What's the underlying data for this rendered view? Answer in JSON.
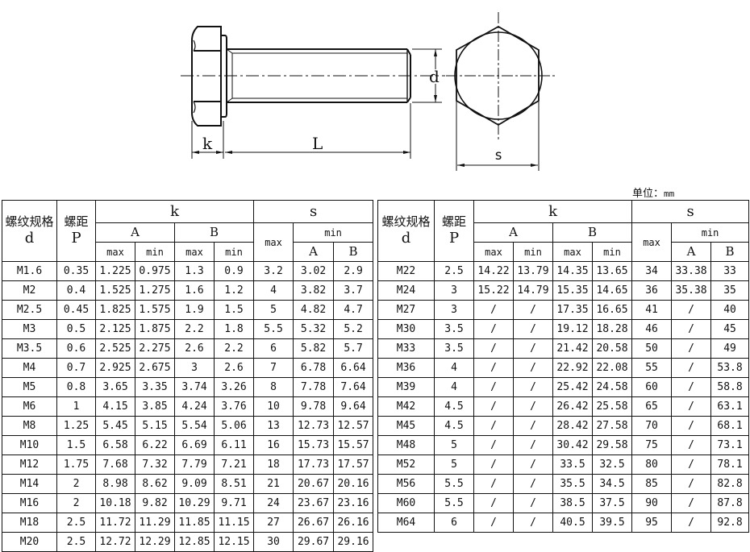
{
  "drawing": {
    "labels": {
      "k": "k",
      "L": "L",
      "d": "d",
      "s": "s"
    }
  },
  "unit_label": {
    "prefix": "单位：",
    "unit": "mm"
  },
  "table_headers": {
    "thread_spec_cn": "螺纹规格",
    "thread_spec_sym": "d",
    "pitch_cn": "螺距",
    "pitch_sym": "P",
    "k": "k",
    "s": "s",
    "grade_a": "A",
    "grade_b": "B",
    "max": "max",
    "min": "min"
  },
  "left_table": {
    "rows": [
      [
        "M1.6",
        "0.35",
        "1.225",
        "0.975",
        "1.3",
        "0.9",
        "3.2",
        "3.02",
        "2.9"
      ],
      [
        "M2",
        "0.4",
        "1.525",
        "1.275",
        "1.6",
        "1.2",
        "4",
        "3.82",
        "3.7"
      ],
      [
        "M2.5",
        "0.45",
        "1.825",
        "1.575",
        "1.9",
        "1.5",
        "5",
        "4.82",
        "4.7"
      ],
      [
        "M3",
        "0.5",
        "2.125",
        "1.875",
        "2.2",
        "1.8",
        "5.5",
        "5.32",
        "5.2"
      ],
      [
        "M3.5",
        "0.6",
        "2.525",
        "2.275",
        "2.6",
        "2.2",
        "6",
        "5.82",
        "5.7"
      ],
      [
        "M4",
        "0.7",
        "2.925",
        "2.675",
        "3",
        "2.6",
        "7",
        "6.78",
        "6.64"
      ],
      [
        "M5",
        "0.8",
        "3.65",
        "3.35",
        "3.74",
        "3.26",
        "8",
        "7.78",
        "7.64"
      ],
      [
        "M6",
        "1",
        "4.15",
        "3.85",
        "4.24",
        "3.76",
        "10",
        "9.78",
        "9.64"
      ],
      [
        "M8",
        "1.25",
        "5.45",
        "5.15",
        "5.54",
        "5.06",
        "13",
        "12.73",
        "12.57"
      ],
      [
        "M10",
        "1.5",
        "6.58",
        "6.22",
        "6.69",
        "6.11",
        "16",
        "15.73",
        "15.57"
      ],
      [
        "M12",
        "1.75",
        "7.68",
        "7.32",
        "7.79",
        "7.21",
        "18",
        "17.73",
        "17.57"
      ],
      [
        "M14",
        "2",
        "8.98",
        "8.62",
        "9.09",
        "8.51",
        "21",
        "20.67",
        "20.16"
      ],
      [
        "M16",
        "2",
        "10.18",
        "9.82",
        "10.29",
        "9.71",
        "24",
        "23.67",
        "23.16"
      ],
      [
        "M18",
        "2.5",
        "11.72",
        "11.29",
        "11.85",
        "11.15",
        "27",
        "26.67",
        "26.16"
      ],
      [
        "M20",
        "2.5",
        "12.72",
        "12.29",
        "12.85",
        "12.15",
        "30",
        "29.67",
        "29.16"
      ]
    ]
  },
  "right_table": {
    "rows": [
      [
        "M22",
        "2.5",
        "14.22",
        "13.79",
        "14.35",
        "13.65",
        "34",
        "33.38",
        "33"
      ],
      [
        "M24",
        "3",
        "15.22",
        "14.79",
        "15.35",
        "14.65",
        "36",
        "35.38",
        "35"
      ],
      [
        "M27",
        "3",
        "/",
        "/",
        "17.35",
        "16.65",
        "41",
        "/",
        "40"
      ],
      [
        "M30",
        "3.5",
        "/",
        "/",
        "19.12",
        "18.28",
        "46",
        "/",
        "45"
      ],
      [
        "M33",
        "3.5",
        "/",
        "/",
        "21.42",
        "20.58",
        "50",
        "/",
        "49"
      ],
      [
        "M36",
        "4",
        "/",
        "/",
        "22.92",
        "22.08",
        "55",
        "/",
        "53.8"
      ],
      [
        "M39",
        "4",
        "/",
        "/",
        "25.42",
        "24.58",
        "60",
        "/",
        "58.8"
      ],
      [
        "M42",
        "4.5",
        "/",
        "/",
        "26.42",
        "25.58",
        "65",
        "/",
        "63.1"
      ],
      [
        "M45",
        "4.5",
        "/",
        "/",
        "28.42",
        "27.58",
        "70",
        "/",
        "68.1"
      ],
      [
        "M48",
        "5",
        "/",
        "/",
        "30.42",
        "29.58",
        "75",
        "/",
        "73.1"
      ],
      [
        "M52",
        "5",
        "/",
        "/",
        "33.5",
        "32.5",
        "80",
        "/",
        "78.1"
      ],
      [
        "M56",
        "5.5",
        "/",
        "/",
        "35.5",
        "34.5",
        "85",
        "/",
        "82.8"
      ],
      [
        "M60",
        "5.5",
        "/",
        "/",
        "38.5",
        "37.5",
        "90",
        "/",
        "87.8"
      ],
      [
        "M64",
        "6",
        "/",
        "/",
        "40.5",
        "39.5",
        "95",
        "/",
        "92.8"
      ]
    ]
  }
}
